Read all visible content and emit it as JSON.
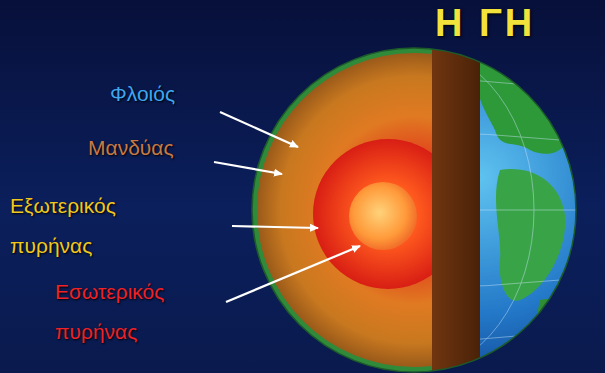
{
  "diagram": {
    "title": "Η ΓΗ",
    "labels": [
      "Φλοιός",
      "Μανδύας",
      "Εξωτερικός πυρήνας",
      "Εσωτερικός πυρήνας"
    ]
  }
}
